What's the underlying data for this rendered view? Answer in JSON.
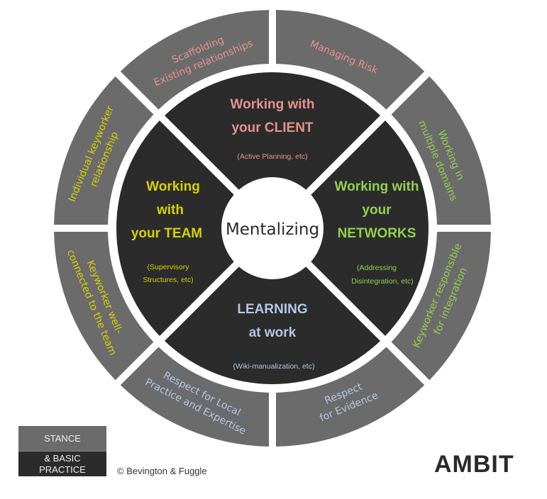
{
  "colors": {
    "ring": "#6b6b6b",
    "quadrant": "#2b2b2b",
    "client": "#e8918d",
    "team": "#d6d200",
    "networks": "#92d050",
    "learning": "#b4c7e7"
  },
  "center": {
    "label": "Mentalizing"
  },
  "quadrants": {
    "client": {
      "line1": "Working with",
      "line2": "your CLIENT",
      "sub": "(Active Planning, etc)"
    },
    "team": {
      "line1": "Working",
      "line2": "with",
      "line3": "your TEAM",
      "sub1": "(Supervisory",
      "sub2": "Structures, etc)"
    },
    "networks": {
      "line1": "Working with",
      "line2": "your",
      "line3": "NETWORKS",
      "sub1": "(Addressing",
      "sub2": "Disintegration, etc)"
    },
    "learning": {
      "line1": "LEARNING",
      "line2": "at work",
      "sub": "(Wiki-manualization, etc)"
    }
  },
  "ring": {
    "scaffolding": {
      "line1": "Scaffolding",
      "line2": "Existing relationships"
    },
    "risk": {
      "line1": "Managing Risk"
    },
    "domains": {
      "line1": "Working in",
      "line2": "multiple  domains"
    },
    "integration": {
      "line1": "Keyworker responsible",
      "line2": "for integration"
    },
    "evidence": {
      "line1": "Respect",
      "line2": "for Evidence"
    },
    "local": {
      "line1": "Respect for Local",
      "line2": "Practice and Expertise"
    },
    "team": {
      "line1": "Keyworker well-",
      "line2": "connected to the team"
    },
    "individual": {
      "line1": "Individual keyworker",
      "line2": "relationship"
    }
  },
  "legend": {
    "stance": "STANCE",
    "basic1": "& BASIC",
    "basic2": "PRACTICE"
  },
  "copyright": "© Bevington & Fuggle",
  "brand": "AMBIT"
}
